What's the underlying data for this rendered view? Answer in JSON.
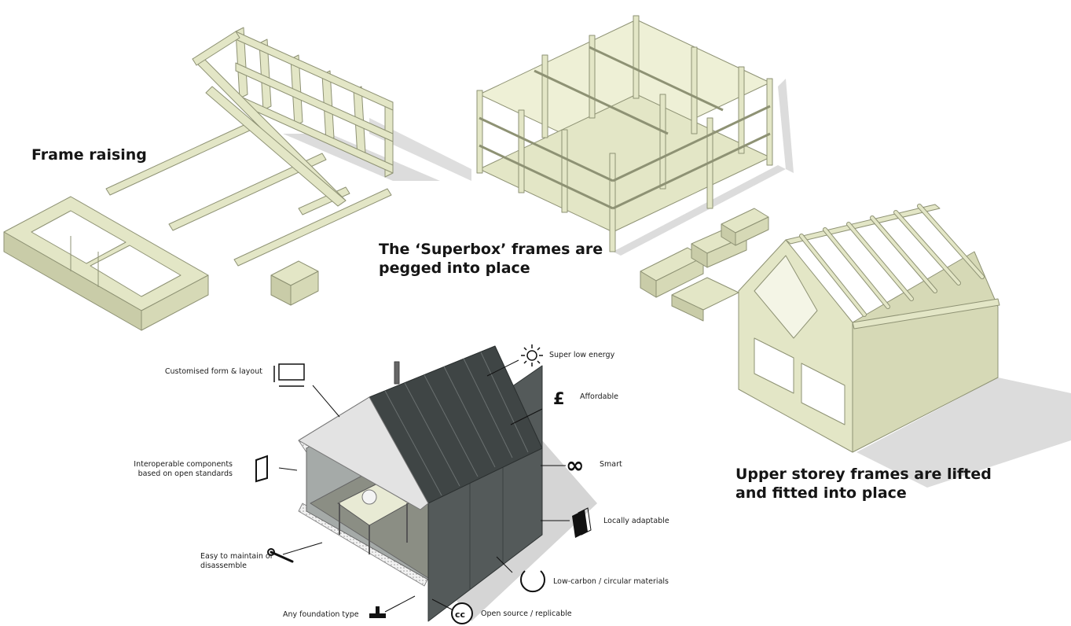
{
  "captions": {
    "frame_raising": "Frame raising",
    "superbox": [
      "The ‘Superbox’ frames are",
      "pegged into place"
    ],
    "upper_storey": [
      "Upper storey frames are lifted",
      "and fitted into place"
    ]
  },
  "features": {
    "customised": "Customised form & layout",
    "interoperable": [
      "Interoperable components",
      "based on open standards"
    ],
    "maintain": [
      "Easy to maintain or",
      "disassemble"
    ],
    "foundation": "Any foundation type",
    "low_energy": "Super low energy",
    "affordable": "Affordable",
    "smart": "Smart",
    "adaptable": "Locally adaptable",
    "low_carbon": "Low-carbon  / circular materials",
    "open_source": "Open source /  replicable"
  },
  "icon_glyphs": {
    "pound": "£",
    "infinity": "∞",
    "cc": "cc"
  },
  "colors": {
    "timber": "#e3e6c6",
    "timber_dark": "#c9cca8",
    "timber_stroke": "#8e9274",
    "shadow": "#d8d8d8",
    "cladding": "#545a5a",
    "cladding_dark": "#3f4545",
    "interior": "#a5aaa8",
    "text": "#151515"
  }
}
